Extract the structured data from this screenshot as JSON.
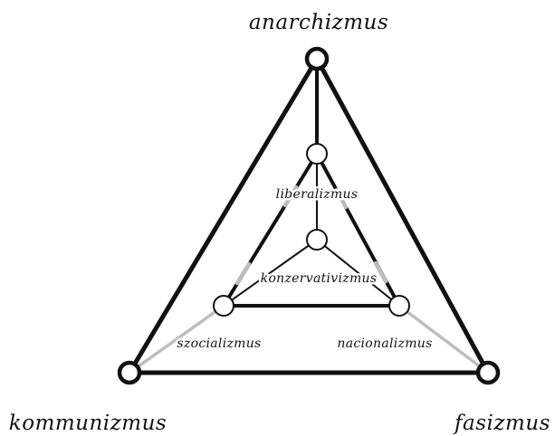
{
  "colors": {
    "ink": "#111111",
    "gray": "#bdbdbd",
    "background": "#ffffff"
  },
  "labels": {
    "top": "anarchizmus",
    "left": "kommunizmus",
    "right": "fasizmus",
    "inner_top": "liberalizmus",
    "inner_center": "konzervativizmus",
    "inner_left": "szocializmus",
    "inner_right": "nacionalizmus"
  }
}
